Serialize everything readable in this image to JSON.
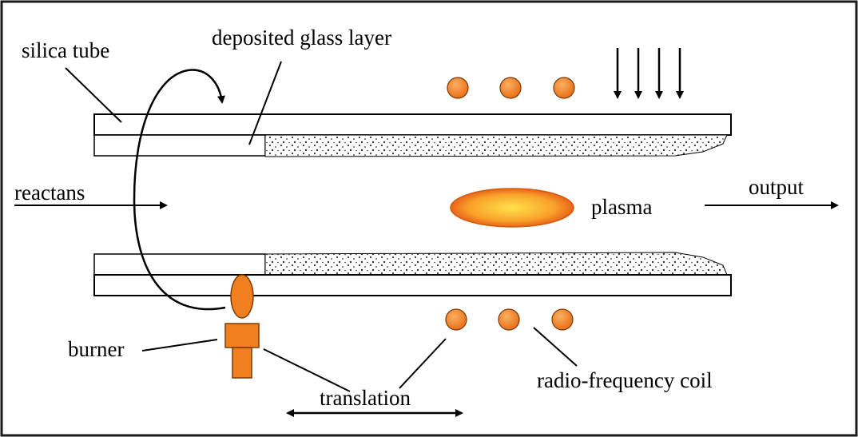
{
  "labels": {
    "silica_tube": "silica tube",
    "deposited_glass_layer": "deposited glass layer",
    "reactans": "reactans",
    "plasma": "plasma",
    "output": "output",
    "burner": "burner",
    "translation": "translation",
    "radio_frequency_coil": "radio-frequency coil"
  },
  "colors": {
    "background": "#ffffff",
    "frame": "#1a1a1a",
    "orange": "#f07f1e",
    "plasma_core": "#ffe24a",
    "deposit_dots": "#333333"
  }
}
